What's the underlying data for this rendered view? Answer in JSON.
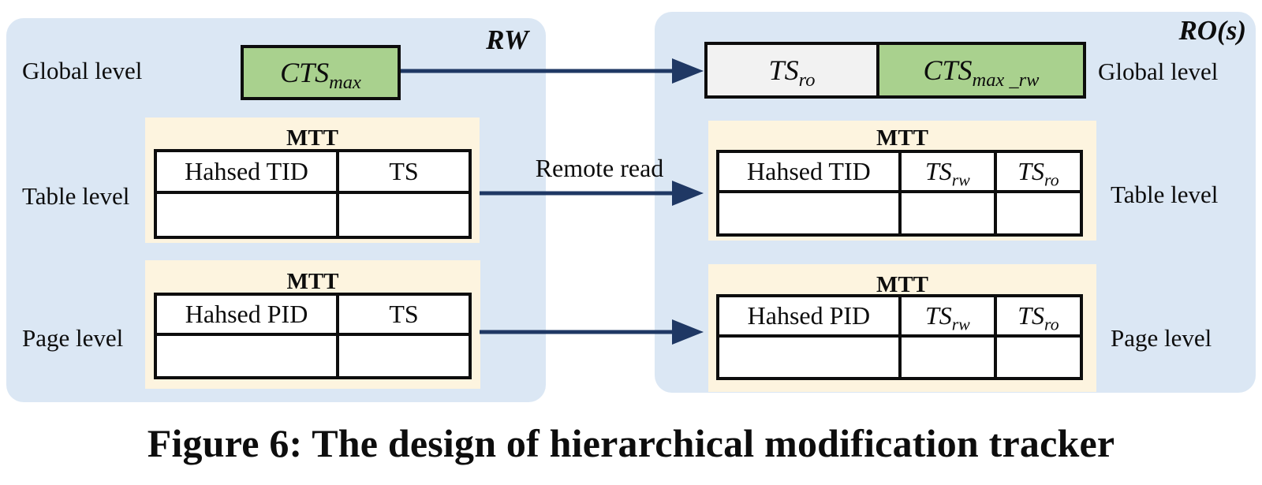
{
  "colors": {
    "panel_blue": "#dbe7f4",
    "cream": "#fdf4df",
    "green": "#a9d18e",
    "gray": "#f2f2f2",
    "arrow_navy": "#1f3864",
    "ink": "#0d0d0d"
  },
  "caption": "Figure 6: The design of hierarchical modification tracker",
  "left_panel": {
    "title": "RW",
    "global_label": "Global level",
    "table_label": "Table level",
    "page_label": "Page level",
    "cts_box": {
      "base": "CTS",
      "sub": "max"
    },
    "table_mtt": {
      "title": "MTT",
      "col1": "Hahsed TID",
      "col2": "TS"
    },
    "page_mtt": {
      "title": "MTT",
      "col1": "Hahsed PID",
      "col2": "TS"
    }
  },
  "right_panel": {
    "title": "RO(s)",
    "global_label": "Global level",
    "table_label": "Table level",
    "page_label": "Page level",
    "ts_ro_box": {
      "base": "TS",
      "sub": "ro"
    },
    "cts_box": {
      "base": "CTS",
      "sub": "max _rw"
    },
    "table_mtt": {
      "title": "MTT",
      "col1": "Hahsed TID",
      "col2_base": "TS",
      "col2_sub": "rw",
      "col3_base": "TS",
      "col3_sub": "ro"
    },
    "page_mtt": {
      "title": "MTT",
      "col1": "Hahsed PID",
      "col2_base": "TS",
      "col2_sub": "rw",
      "col3_base": "TS",
      "col3_sub": "ro"
    }
  },
  "arrows": {
    "remote_read_label": "Remote read"
  }
}
